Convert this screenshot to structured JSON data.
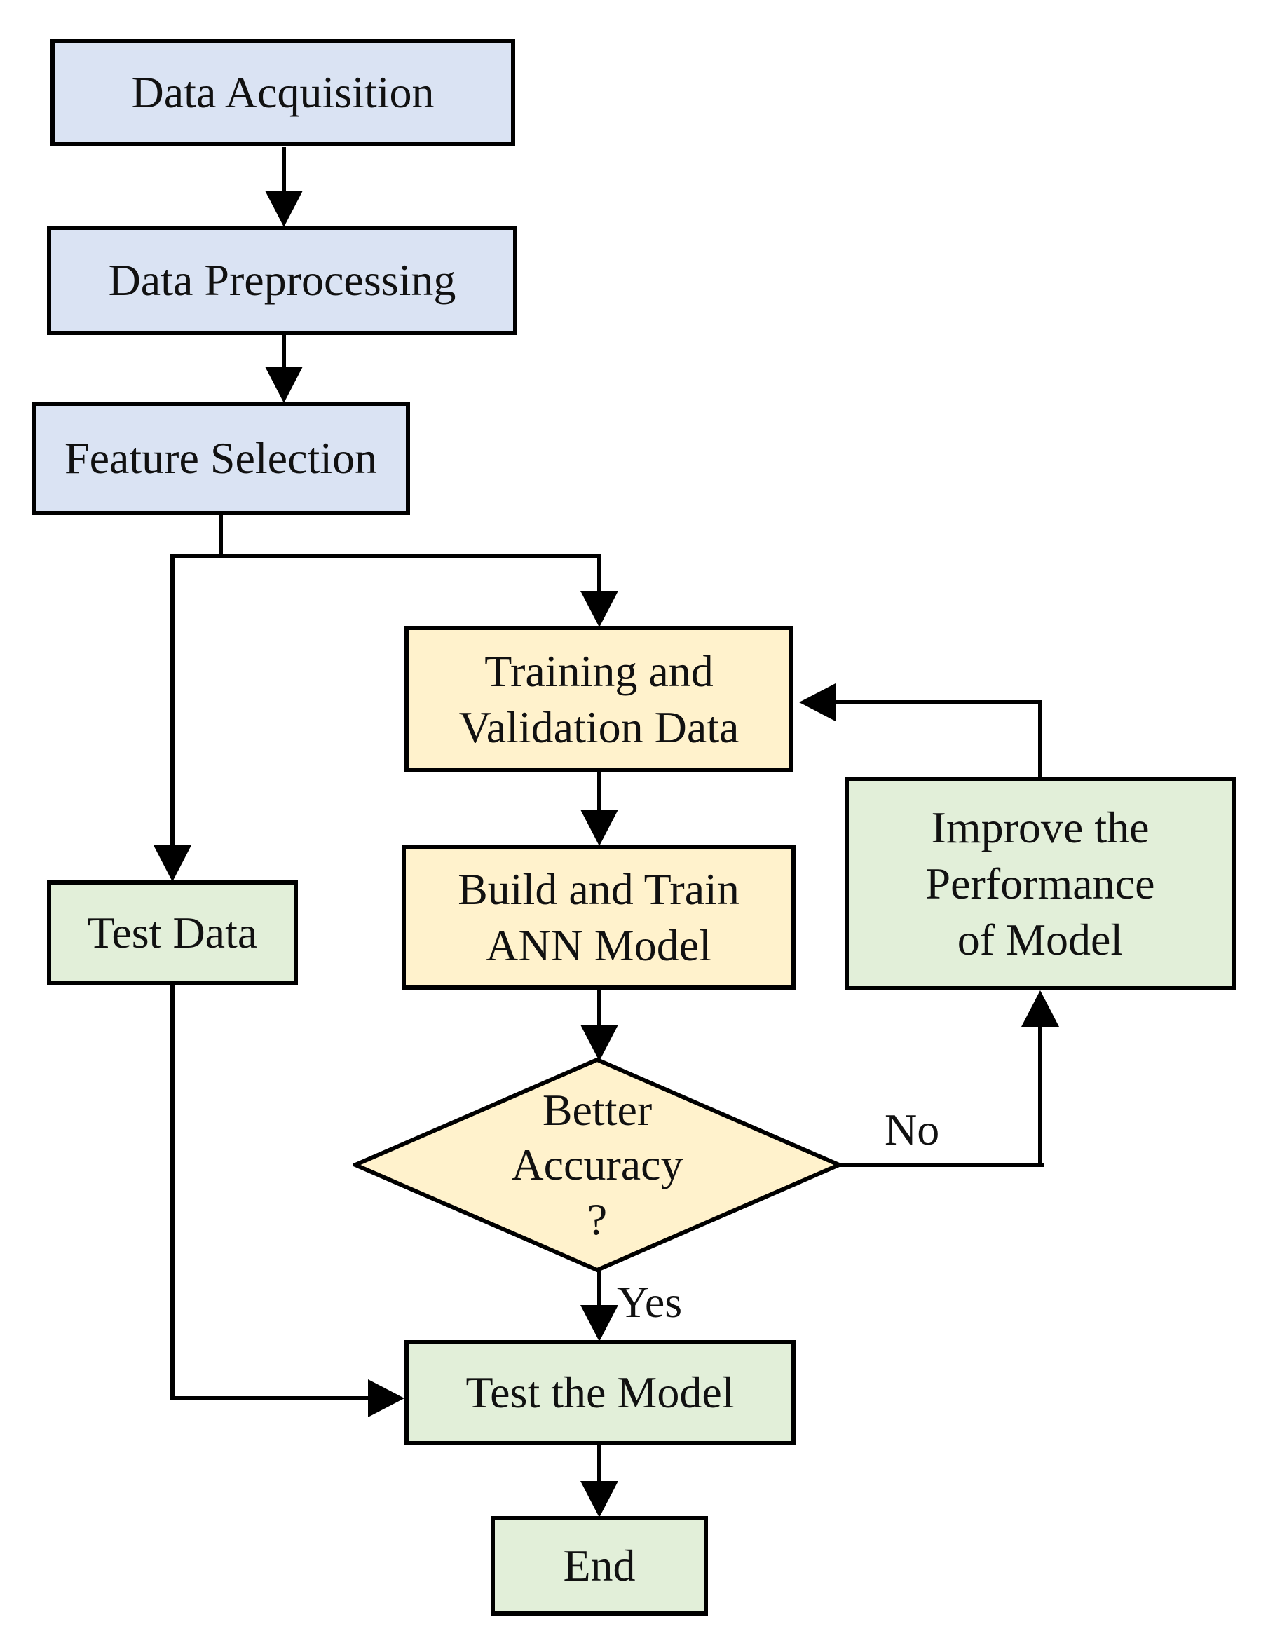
{
  "diagram": {
    "type": "flowchart",
    "nodes": {
      "data_acquisition": {
        "label": "Data Acquisition",
        "shape": "rect",
        "fill": "#dae3f3",
        "lines": [
          "Data Acquisition"
        ]
      },
      "data_preprocessing": {
        "label": "Data Preprocessing",
        "shape": "rect",
        "fill": "#dae3f3",
        "lines": [
          "Data Preprocessing"
        ]
      },
      "feature_selection": {
        "label": "Feature Selection",
        "shape": "rect",
        "fill": "#dae3f3",
        "lines": [
          "Feature Selection"
        ]
      },
      "test_data": {
        "label": "Test Data",
        "shape": "rect",
        "fill": "#e2efd9",
        "lines": [
          "Test Data"
        ]
      },
      "training_validation_data": {
        "label": "Training and Validation Data",
        "shape": "rect",
        "fill": "#fff2cc",
        "lines": [
          "Training and",
          "Validation Data"
        ]
      },
      "build_train_ann": {
        "label": "Build and Train ANN Model",
        "shape": "rect",
        "fill": "#fff2cc",
        "lines": [
          "Build and Train",
          "ANN Model"
        ]
      },
      "improve_performance": {
        "label": "Improve the Performance of Model",
        "shape": "rect",
        "fill": "#e2efd9",
        "lines": [
          "Improve the",
          "Performance",
          "of Model"
        ]
      },
      "better_accuracy": {
        "label": "Better Accuracy ?",
        "shape": "diamond",
        "fill": "#fff2cc",
        "lines": [
          "Better",
          "Accuracy",
          "?"
        ]
      },
      "test_model": {
        "label": "Test the Model",
        "shape": "rect",
        "fill": "#e2efd9",
        "lines": [
          "Test the Model"
        ]
      },
      "end": {
        "label": "End",
        "shape": "rect",
        "fill": "#e2efd9",
        "lines": [
          "End"
        ]
      }
    },
    "edge_labels": {
      "yes": "Yes",
      "no": "No"
    },
    "colors": {
      "process_blue": "#dae3f3",
      "data_yellow": "#fff2cc",
      "result_green": "#e2efd9",
      "line_black": "#000000",
      "background": "#ffffff"
    }
  }
}
